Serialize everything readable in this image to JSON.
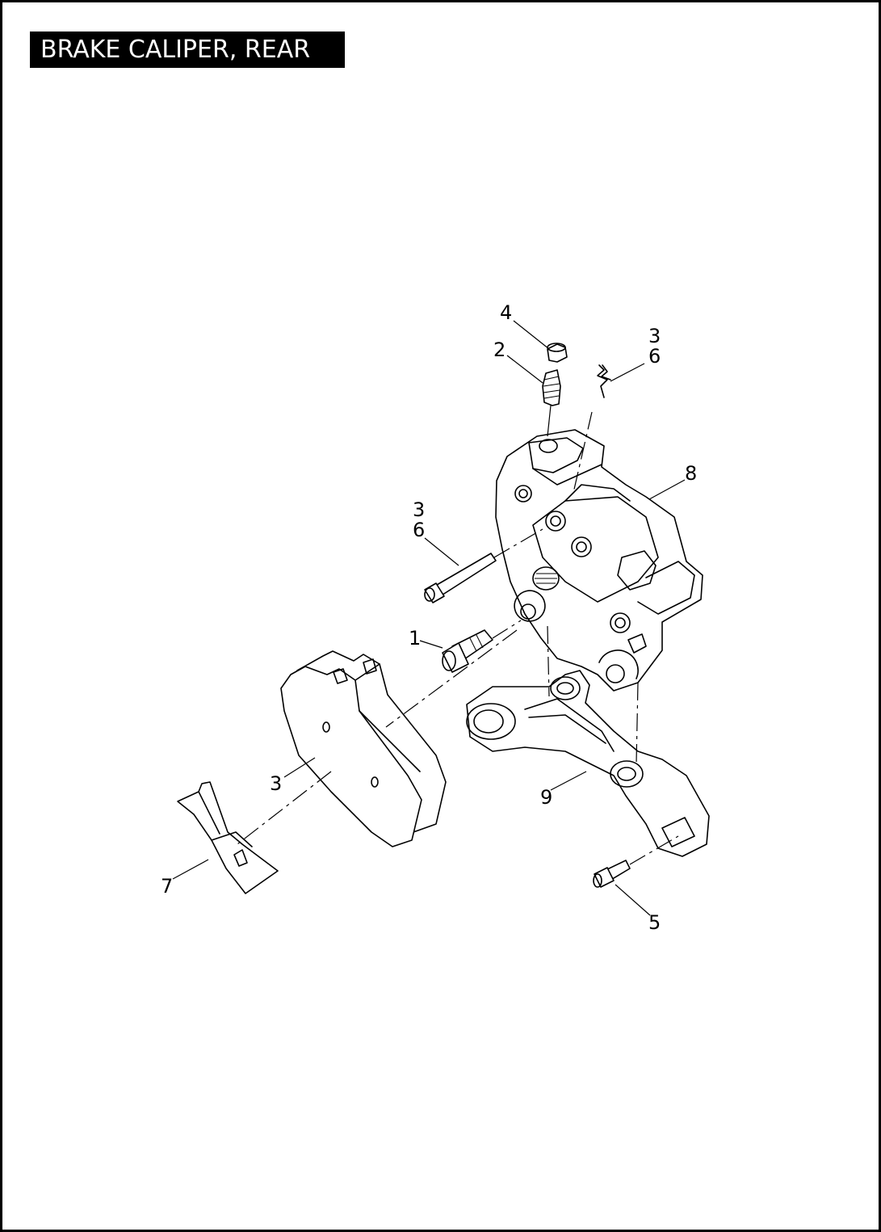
{
  "title": "BRAKE CALIPER, REAR",
  "callouts": {
    "c1": "1",
    "c2": "2",
    "c3_top": "3",
    "c6_top": "6",
    "c4": "4",
    "c8": "8",
    "c3_mid": "3",
    "c6_mid": "6",
    "c3_pad": "3",
    "c9": "9",
    "c7": "7",
    "c5": "5"
  }
}
